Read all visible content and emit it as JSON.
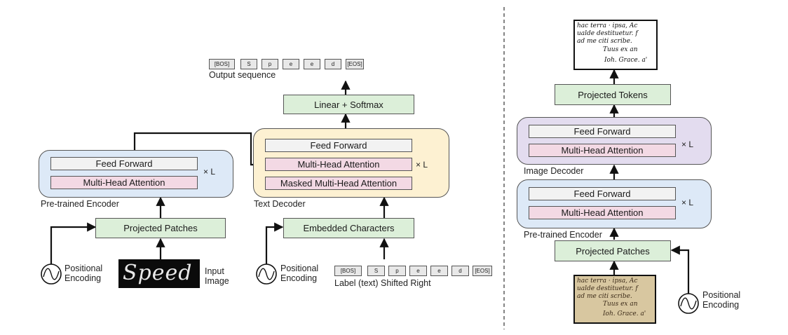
{
  "left": {
    "encoder": {
      "caption": "Pre-trained Encoder",
      "feed_forward": "Feed Forward",
      "attention": "Multi-Head Attention",
      "repeat": "× L"
    },
    "decoder": {
      "caption": "Text Decoder",
      "feed_forward": "Feed Forward",
      "attention": "Multi-Head Attention",
      "masked_attention": "Masked Multi-Head Attention",
      "repeat": "× L"
    },
    "linear_softmax": "Linear + Softmax",
    "output_sequence_label": "Output sequence",
    "output_tokens": [
      "[BOS]",
      "S",
      "p",
      "e",
      "e",
      "d",
      "[EOS]"
    ],
    "projected_patches": "Projected Patches",
    "embedded_characters": "Embedded Characters",
    "positional_encoding_left": "Positional\nEncoding",
    "input_image_word": "Speed",
    "input_image_label": "Input\nImage",
    "positional_encoding_decoder": "Positional\nEncoding",
    "input_tokens": [
      "[BOS]",
      "S",
      "p",
      "e",
      "e",
      "d",
      "[EOS]"
    ],
    "input_label": "Label (text) Shifted Right"
  },
  "right": {
    "output_image_lines": [
      "hac terra · ipsa, Ac",
      "ualde destituetur. f",
      "ad me citi scribe.",
      "Tuus ex an",
      "Ioh. Grace. a'"
    ],
    "projected_tokens": "Projected Tokens",
    "decoder": {
      "caption": "Image Decoder",
      "feed_forward": "Feed Forward",
      "attention": "Multi-Head Attention",
      "repeat": "× L"
    },
    "encoder": {
      "caption": "Pre-trained Encoder",
      "feed_forward": "Feed Forward",
      "attention": "Multi-Head Attention",
      "repeat": "× L"
    },
    "projected_patches": "Projected Patches",
    "positional_encoding": "Positional\nEncoding",
    "input_image_lines": [
      "hac terra · ipsa, Ac",
      "ualde destituetur. f",
      "ad me citi scribe.",
      "Tuus ex an",
      "Ioh. Grace. a'"
    ]
  }
}
